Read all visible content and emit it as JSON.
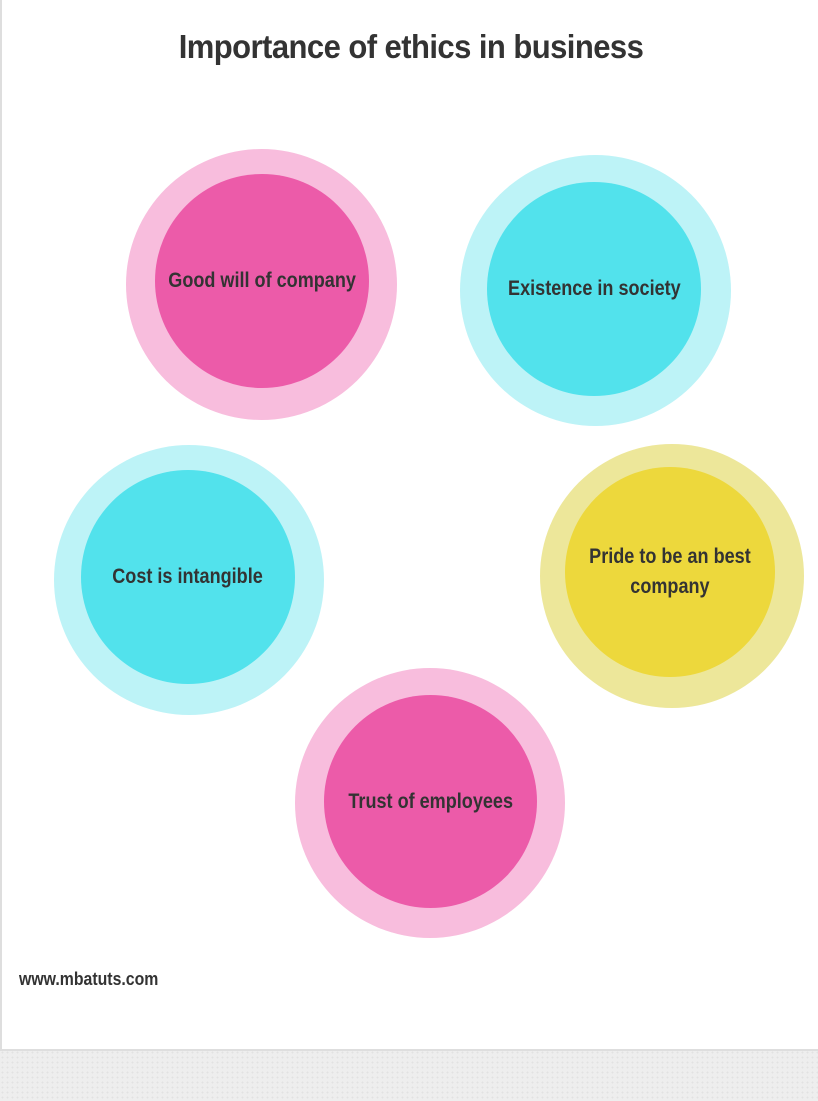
{
  "title": "Importance of ethics in business",
  "footer": {
    "website": "www.mbatuts.com"
  },
  "colors": {
    "text": "#333333",
    "pink_outer": "#F8BDDD",
    "pink_inner": "#EC5BA9",
    "cyan_outer": "#BDF3F7",
    "cyan_inner": "#52E2EC",
    "yellow_outer": "#EDE79A",
    "yellow_inner": "#EDD83C"
  },
  "bubbles": [
    {
      "label": "Good will of company",
      "color": "pink"
    },
    {
      "label": "Existence in society",
      "color": "cyan"
    },
    {
      "label": "Cost is intangible",
      "color": "cyan"
    },
    {
      "label": "Pride to be an best company",
      "lines": [
        "Pride to be an best",
        "company"
      ],
      "color": "yellow"
    },
    {
      "label": "Trust of employees",
      "color": "pink"
    }
  ]
}
